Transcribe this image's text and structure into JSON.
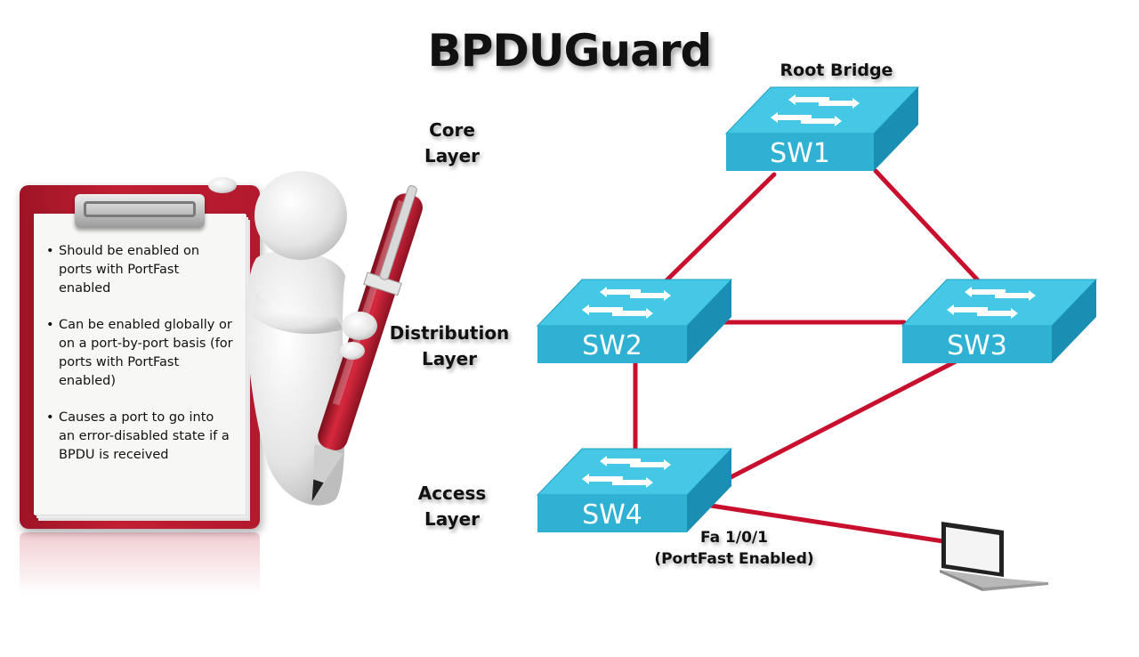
{
  "title": "BPDUGuard",
  "layers": {
    "core": [
      "Core",
      "Layer"
    ],
    "distribution": [
      "Distribution",
      "Layer"
    ],
    "access": [
      "Access",
      "Layer"
    ]
  },
  "root_bridge_label": "Root Bridge",
  "switches": {
    "sw1": "SW1",
    "sw2": "SW2",
    "sw3": "SW3",
    "sw4": "SW4"
  },
  "port_label": [
    "Fa 1/0/1",
    "(PortFast Enabled)"
  ],
  "notes": [
    "Should be enabled on ports with PortFast enabled",
    "Can be enabled globally or on a port-by-port basis (for ports with PortFast enabled)",
    "Causes a port to go into an error-disabled state if a BPDU is received"
  ],
  "bullet_glyph": "•",
  "colors": {
    "switch_face": "#2fb1d3",
    "switch_top": "#45c8e6",
    "switch_side": "#1a8fb3",
    "link": "#c8102e",
    "clipboard": "#b3192e"
  },
  "icons": {
    "switch": "switch-icon",
    "laptop": "laptop-icon",
    "clipboard": "clipboard-icon",
    "figure": "figure-with-pen-icon"
  }
}
